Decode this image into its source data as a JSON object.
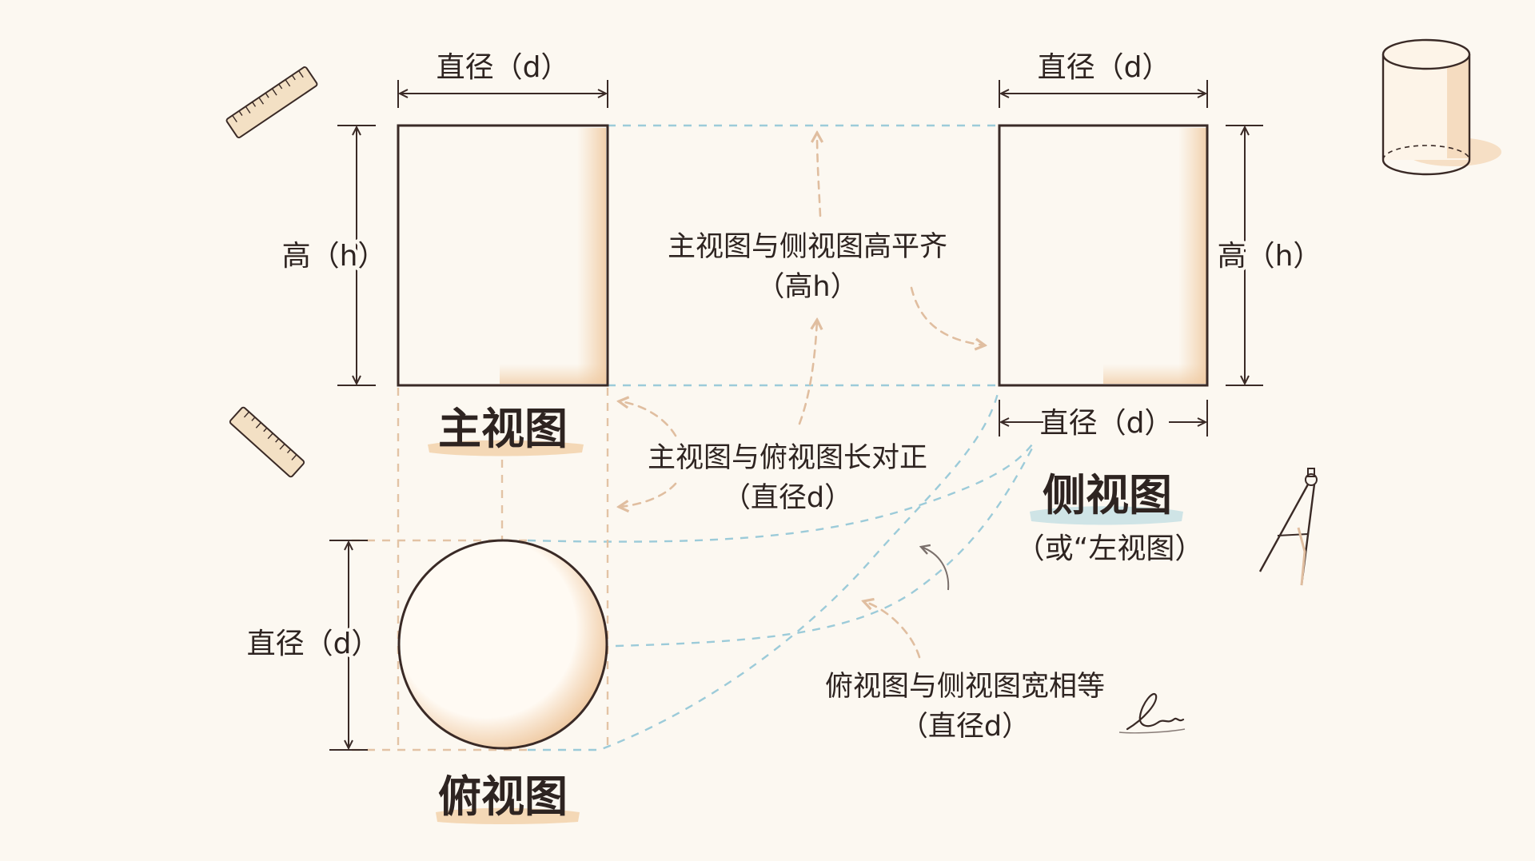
{
  "front_view": {
    "title": "主视图",
    "top_dim": "直径（d）",
    "left_dim": "高（h）"
  },
  "side_view": {
    "title": "侧视图",
    "subtitle": "（或“左视图）",
    "top_dim": "直径（d）",
    "bottom_dim": "直径（d）",
    "right_dim": "高（h）"
  },
  "top_view": {
    "title": "俯视图",
    "left_dim": "直径（d）"
  },
  "annotations": {
    "height_align": [
      "主视图与侧视图高平齐",
      "（高h）"
    ],
    "length_align": [
      "主视图与俯视图长对正",
      "（直径d）"
    ],
    "width_equal": [
      "俯视图与侧视图宽相等",
      "（直径d）"
    ]
  },
  "colors": {
    "ink": "#3a2a26",
    "projection_blue": "#9ccbd9",
    "projection_tan": "#e3c3a5",
    "shade": "#f1cfa8",
    "background": "#fcf8f1"
  },
  "icons": [
    "ruler-icon",
    "ruler-icon",
    "cylinder-icon",
    "compass-icon",
    "signature-icon"
  ]
}
